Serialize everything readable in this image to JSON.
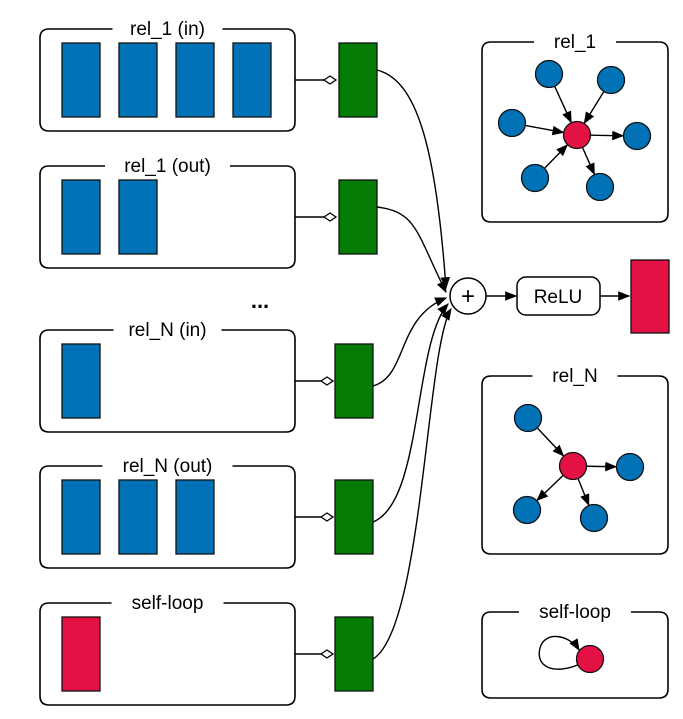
{
  "diagram": {
    "colors": {
      "node_blue": "#0072b5",
      "node_red": "#e31144",
      "weight_green": "#047c04"
    },
    "groups": [
      {
        "id": "rel1-in",
        "label": "rel_1 (in)",
        "feature_count": 4,
        "feature_color": "blue"
      },
      {
        "id": "rel1-out",
        "label": "rel_1 (out)",
        "feature_count": 2,
        "feature_color": "blue"
      },
      {
        "id": "relN-in",
        "label": "rel_N (in)",
        "feature_count": 1,
        "feature_color": "blue"
      },
      {
        "id": "relN-out",
        "label": "rel_N (out)",
        "feature_count": 3,
        "feature_color": "blue"
      },
      {
        "id": "self-loop",
        "label": "self-loop",
        "feature_count": 1,
        "feature_color": "red"
      }
    ],
    "ellipsis": "...",
    "sum_symbol": "+",
    "activation_label": "ReLU",
    "graphs": [
      {
        "id": "rel1",
        "label": "rel_1",
        "in_neighbors": 4,
        "out_neighbors": 2
      },
      {
        "id": "relN",
        "label": "rel_N",
        "in_neighbors": 1,
        "out_neighbors": 3
      },
      {
        "id": "selfloop",
        "label": "self-loop",
        "self_loop": true
      }
    ]
  }
}
